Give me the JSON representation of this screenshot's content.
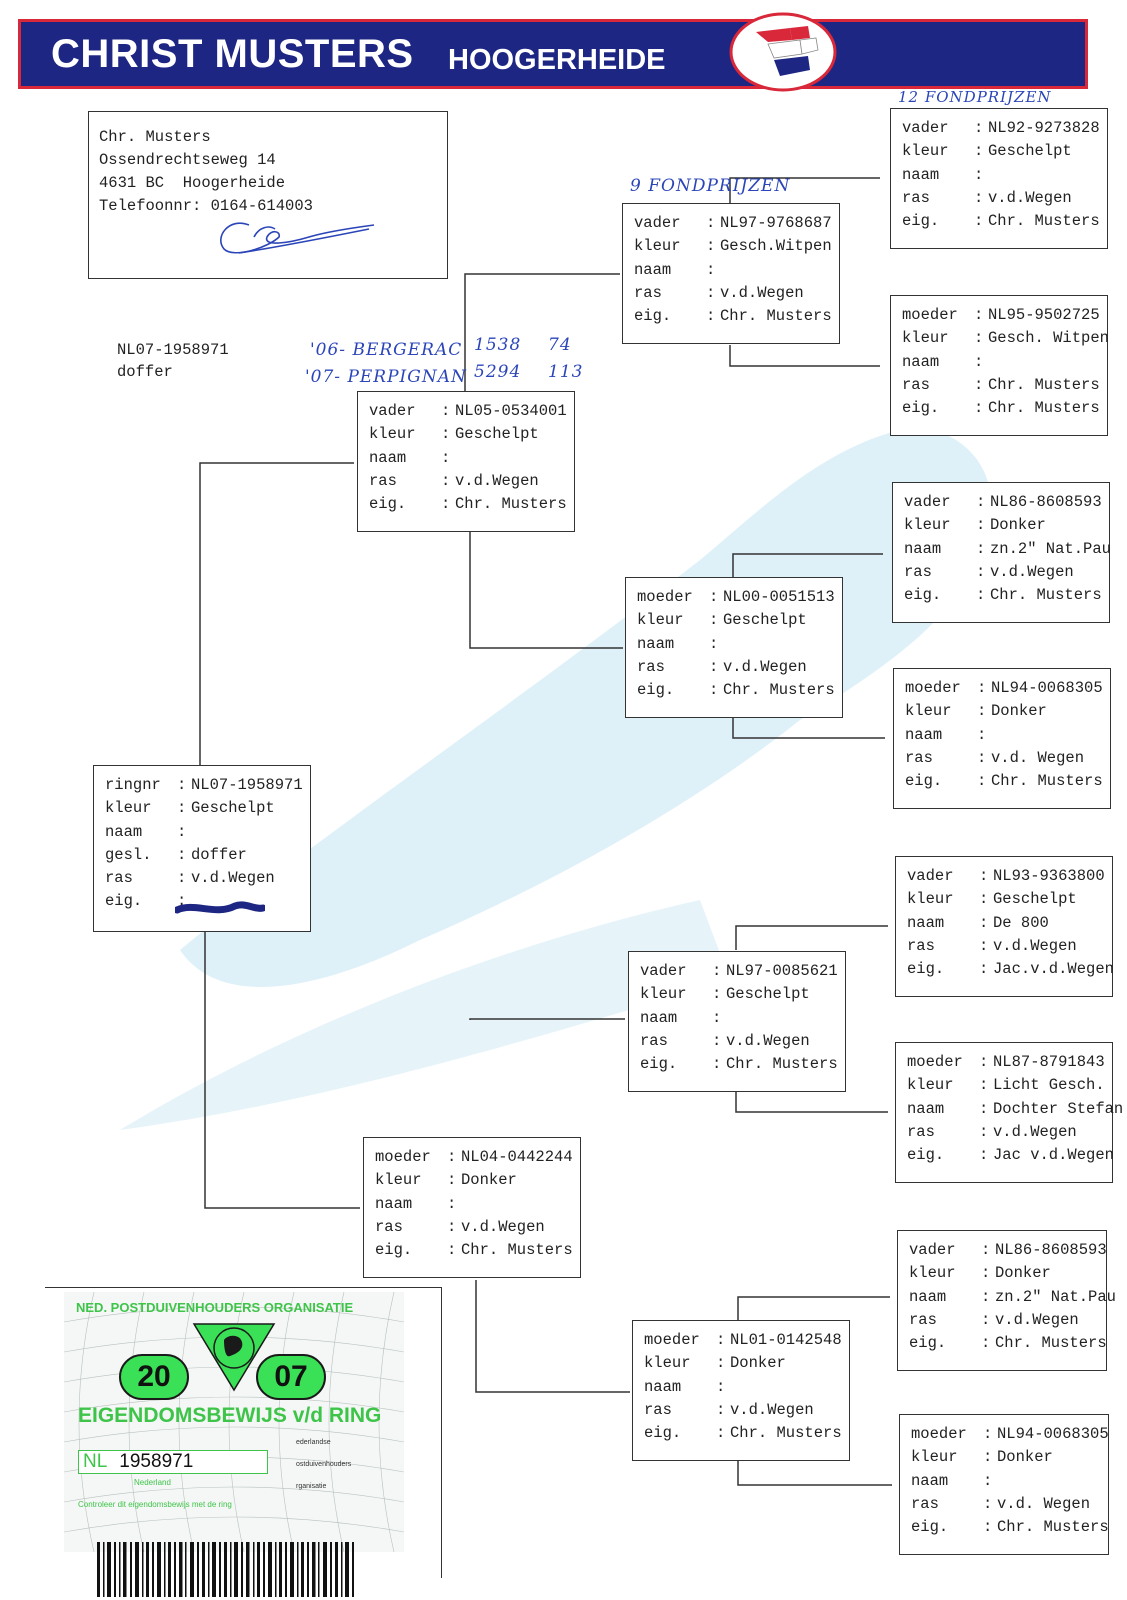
{
  "header": {
    "title": "CHRIST MUSTERS",
    "subtitle": "HOOGERHEIDE"
  },
  "address": {
    "name": "Chr. Musters",
    "street": "Ossendrechtseweg 14",
    "city": "4631 BC  Hoogerheide",
    "phone": "Telefoonnr: 0164-614003"
  },
  "bird": {
    "ring": "NL07-1958971",
    "sex": "doffer"
  },
  "handwritten": {
    "sire_prizes": "12 FONDPRIJZEN",
    "father_prizes": "9 FONDPRIJZEN",
    "race1": "'06- BERGERAC",
    "race2": "'07- PERPIGNAN",
    "r1a": "1538",
    "r1b": "74",
    "r2a": "5294",
    "r2b": "113"
  },
  "cards": {
    "main": {
      "rows": [
        {
          "k": "ringnr",
          "v": "NL07-1958971"
        },
        {
          "k": "kleur",
          "v": "Geschelpt"
        },
        {
          "k": "naam",
          "v": ""
        },
        {
          "k": "gesl.",
          "v": "doffer"
        },
        {
          "k": "ras",
          "v": "v.d.Wegen"
        },
        {
          "k": "eig.",
          "v": ""
        }
      ]
    },
    "father": {
      "rows": [
        {
          "k": "vader",
          "v": "NL05-0534001"
        },
        {
          "k": "kleur",
          "v": "Geschelpt"
        },
        {
          "k": "naam",
          "v": ""
        },
        {
          "k": "ras",
          "v": "v.d.Wegen"
        },
        {
          "k": "eig.",
          "v": "Chr. Musters"
        }
      ]
    },
    "mother": {
      "rows": [
        {
          "k": "moeder",
          "v": "NL04-0442244"
        },
        {
          "k": "kleur",
          "v": "Donker"
        },
        {
          "k": "naam",
          "v": ""
        },
        {
          "k": "ras",
          "v": "v.d.Wegen"
        },
        {
          "k": "eig.",
          "v": "Chr. Musters"
        }
      ]
    },
    "ff": {
      "rows": [
        {
          "k": "vader",
          "v": "NL97-9768687"
        },
        {
          "k": "kleur",
          "v": "Gesch.Witpen"
        },
        {
          "k": "naam",
          "v": ""
        },
        {
          "k": "ras",
          "v": "v.d.Wegen"
        },
        {
          "k": "eig.",
          "v": "Chr. Musters"
        }
      ]
    },
    "fm": {
      "rows": [
        {
          "k": "moeder",
          "v": "NL00-0051513"
        },
        {
          "k": "kleur",
          "v": "Geschelpt"
        },
        {
          "k": "naam",
          "v": ""
        },
        {
          "k": "ras",
          "v": "v.d.Wegen"
        },
        {
          "k": "eig.",
          "v": "Chr. Musters"
        }
      ]
    },
    "mf": {
      "rows": [
        {
          "k": "vader",
          "v": "NL97-0085621"
        },
        {
          "k": "kleur",
          "v": "Geschelpt"
        },
        {
          "k": "naam",
          "v": ""
        },
        {
          "k": "ras",
          "v": "v.d.Wegen"
        },
        {
          "k": "eig.",
          "v": "Chr. Musters"
        }
      ]
    },
    "mm": {
      "rows": [
        {
          "k": "moeder",
          "v": "NL01-0142548"
        },
        {
          "k": "kleur",
          "v": "Donker"
        },
        {
          "k": "naam",
          "v": ""
        },
        {
          "k": "ras",
          "v": "v.d.Wegen"
        },
        {
          "k": "eig.",
          "v": "Chr. Musters"
        }
      ]
    },
    "fff": {
      "rows": [
        {
          "k": "vader",
          "v": "NL92-9273828"
        },
        {
          "k": "kleur",
          "v": "Geschelpt"
        },
        {
          "k": "naam",
          "v": ""
        },
        {
          "k": "ras",
          "v": "v.d.Wegen"
        },
        {
          "k": "eig.",
          "v": "Chr. Musters"
        }
      ]
    },
    "ffm": {
      "rows": [
        {
          "k": "moeder",
          "v": "NL95-9502725"
        },
        {
          "k": "kleur",
          "v": "Gesch. Witpen"
        },
        {
          "k": "naam",
          "v": ""
        },
        {
          "k": "ras",
          "v": "Chr. Musters"
        },
        {
          "k": "eig.",
          "v": "Chr. Musters"
        }
      ]
    },
    "fmf": {
      "rows": [
        {
          "k": "vader",
          "v": "NL86-8608593"
        },
        {
          "k": "kleur",
          "v": "Donker"
        },
        {
          "k": "naam",
          "v": "zn.2\" Nat.Pau"
        },
        {
          "k": "ras",
          "v": "v.d.Wegen"
        },
        {
          "k": "eig.",
          "v": "Chr. Musters"
        }
      ]
    },
    "fmm": {
      "rows": [
        {
          "k": "moeder",
          "v": "NL94-0068305"
        },
        {
          "k": "kleur",
          "v": "Donker"
        },
        {
          "k": "naam",
          "v": ""
        },
        {
          "k": "ras",
          "v": "v.d. Wegen"
        },
        {
          "k": "eig.",
          "v": "Chr. Musters"
        }
      ]
    },
    "mff": {
      "rows": [
        {
          "k": "vader",
          "v": "NL93-9363800"
        },
        {
          "k": "kleur",
          "v": "Geschelpt"
        },
        {
          "k": "naam",
          "v": "De 800"
        },
        {
          "k": "ras",
          "v": "v.d.Wegen"
        },
        {
          "k": "eig.",
          "v": "Jac.v.d.Wegen"
        }
      ]
    },
    "mfm": {
      "rows": [
        {
          "k": "moeder",
          "v": "NL87-8791843"
        },
        {
          "k": "kleur",
          "v": "Licht Gesch."
        },
        {
          "k": "naam",
          "v": "Dochter Stefan"
        },
        {
          "k": "ras",
          "v": "v.d.Wegen"
        },
        {
          "k": "eig.",
          "v": "Jac v.d.Wegen"
        }
      ]
    },
    "mmf": {
      "rows": [
        {
          "k": "vader",
          "v": "NL86-8608593"
        },
        {
          "k": "kleur",
          "v": "Donker"
        },
        {
          "k": "naam",
          "v": "zn.2\" Nat.Pau"
        },
        {
          "k": "ras",
          "v": "v.d.Wegen"
        },
        {
          "k": "eig.",
          "v": "Chr. Musters"
        }
      ]
    },
    "mmm": {
      "rows": [
        {
          "k": "moeder",
          "v": "NL94-0068305"
        },
        {
          "k": "kleur",
          "v": "Donker"
        },
        {
          "k": "naam",
          "v": ""
        },
        {
          "k": "ras",
          "v": "v.d. Wegen"
        },
        {
          "k": "eig.",
          "v": "Chr. Musters"
        }
      ]
    }
  },
  "ring_card": {
    "org": "NED. POSTDUIVENHOUDERS ORGANISATIE",
    "year_left": "20",
    "year_right": "07",
    "title": "EIGENDOMSBEWIJS v/d RING",
    "nl_prefix": "NL",
    "ring_number": "1958971",
    "country": "Nederland",
    "notice": "Controleer dit eigendomsbewijs met de ring",
    "npo_lines": [
      "ederlandse",
      "ostduivenhouders",
      "rganisatie"
    ]
  },
  "colors": {
    "banner_bg": "#1d2683",
    "banner_border": "#d8283a",
    "ink_blue": "#2b45b8",
    "card_green": "#3fc44a"
  }
}
